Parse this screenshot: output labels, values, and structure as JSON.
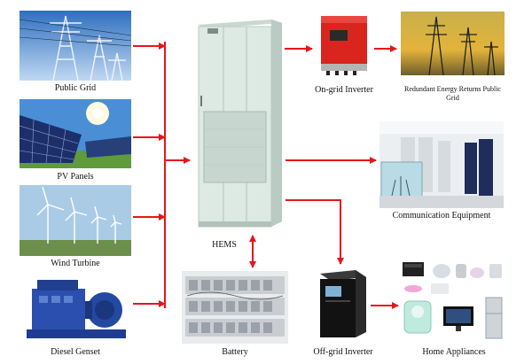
{
  "colors": {
    "arrow": "#e8141c",
    "hems_body": "#dde9e3",
    "hems_edge": "#b9cbc2",
    "inverter_red": "#d9251d"
  },
  "sources": [
    {
      "label": "Public Grid",
      "icon": "power-tower-icon"
    },
    {
      "label": "PV Panels",
      "icon": "solar-panel-icon"
    },
    {
      "label": "Wind Turbine",
      "icon": "wind-turbine-icon"
    },
    {
      "label": "Diesel Genset",
      "icon": "generator-icon"
    }
  ],
  "hems": {
    "label": "HEMS"
  },
  "outputs": {
    "ongrid": {
      "label": "On-grid Inverter"
    },
    "returns": {
      "label": "Redundant Energy Returns Public Grid"
    },
    "comm": {
      "label": "Communication Equipment"
    },
    "battery": {
      "label": "Battery"
    },
    "offgrid": {
      "label": "Off-grid Inverter"
    },
    "appliances": {
      "label": "Home Appliances"
    }
  }
}
